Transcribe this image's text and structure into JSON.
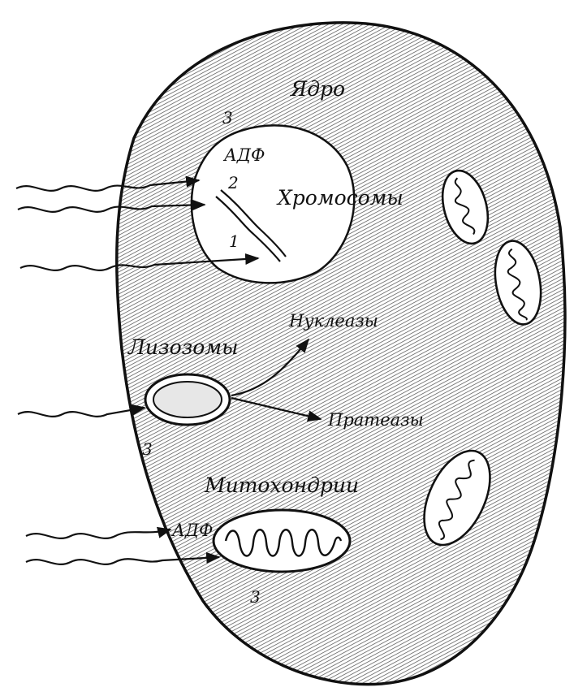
{
  "labels": {
    "nucleus": "Ядро",
    "adf_top": "АДФ",
    "chromosomes": "Хромосомы",
    "lysosomes": "Лизозомы",
    "nucleases": "Нуклеазы",
    "proteases": "Пратеазы",
    "mitochondria": "Митохондрии",
    "adf_bottom": "АДФ",
    "num_1": "1",
    "num_2": "2",
    "num_3_nucleus": "3",
    "num_3_lysosome": "3",
    "num_3_mito": "3"
  },
  "colors": {
    "ink": "#111111",
    "paper": "#ffffff",
    "hatch": "#4a4a4a"
  }
}
